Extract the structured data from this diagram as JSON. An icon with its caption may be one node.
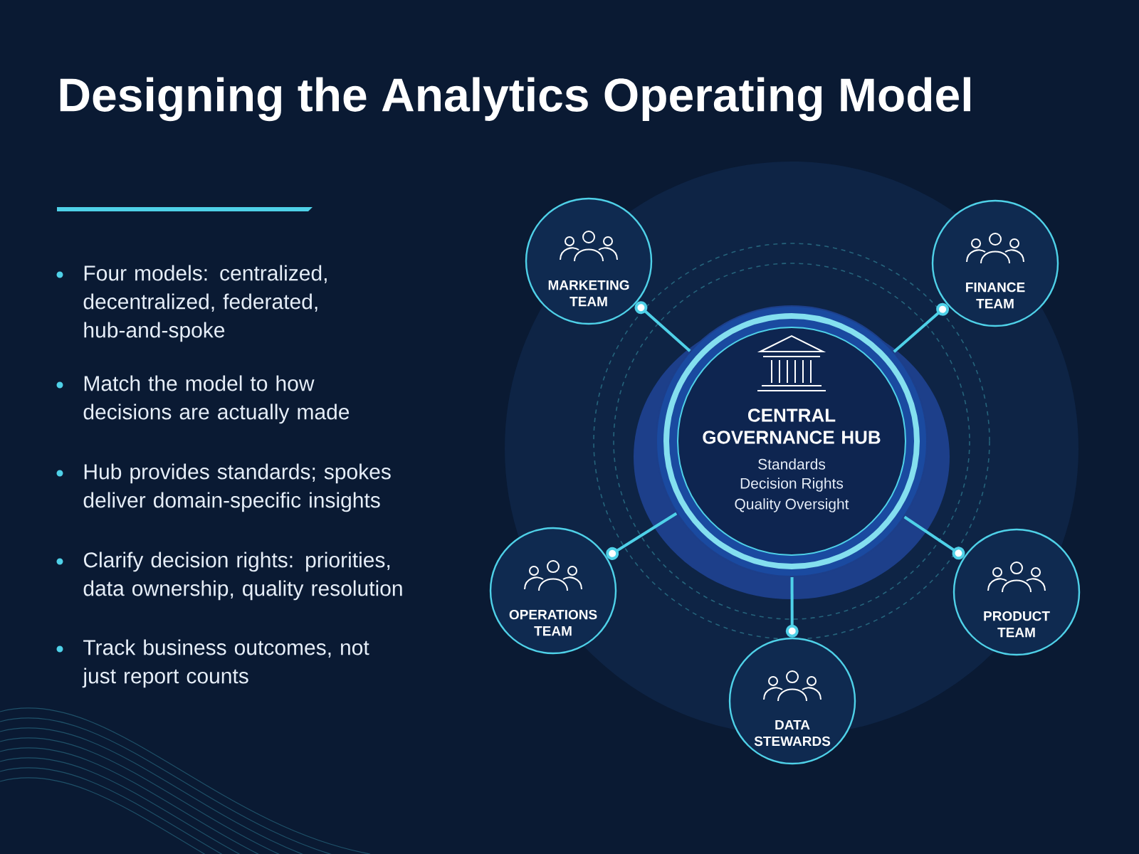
{
  "diagram": {
    "title": "Designing the Analytics Operating Model",
    "nodes": [
      {
        "text": [
          "CENTRAL GOVERNANCE HUB",
          "Standards",
          "Decision Rights",
          "Quality Oversight"
        ]
      },
      {
        "text": [
          "MARKETING TEAM"
        ]
      },
      {
        "text": [
          "FINANCE TEAM"
        ]
      },
      {
        "text": [
          "OPERATIONS TEAM"
        ]
      },
      {
        "text": [
          "PRODUCT TEAM"
        ]
      },
      {
        "text": [
          "DATA STEWARDS"
        ]
      }
    ],
    "edges": [
      {
        "from": 0,
        "to": 1,
        "arrow": "other"
      },
      {
        "from": 0,
        "to": 2,
        "arrow": "other"
      },
      {
        "from": 0,
        "to": 3,
        "arrow": "other"
      },
      {
        "from": 0,
        "to": 4,
        "arrow": "other"
      },
      {
        "from": 0,
        "to": 5,
        "arrow": "other"
      }
    ],
    "labels": [
      "Four models: centralized, decentralized, federated, hub-and-spoke",
      "Match the model to how decisions are actually made",
      "Hub provides standards; spokes deliver domain-specific insights",
      "Clarify decision rights: priorities, data ownership, quality resolution",
      "Track business outcomes, not just report counts"
    ]
  }
}
